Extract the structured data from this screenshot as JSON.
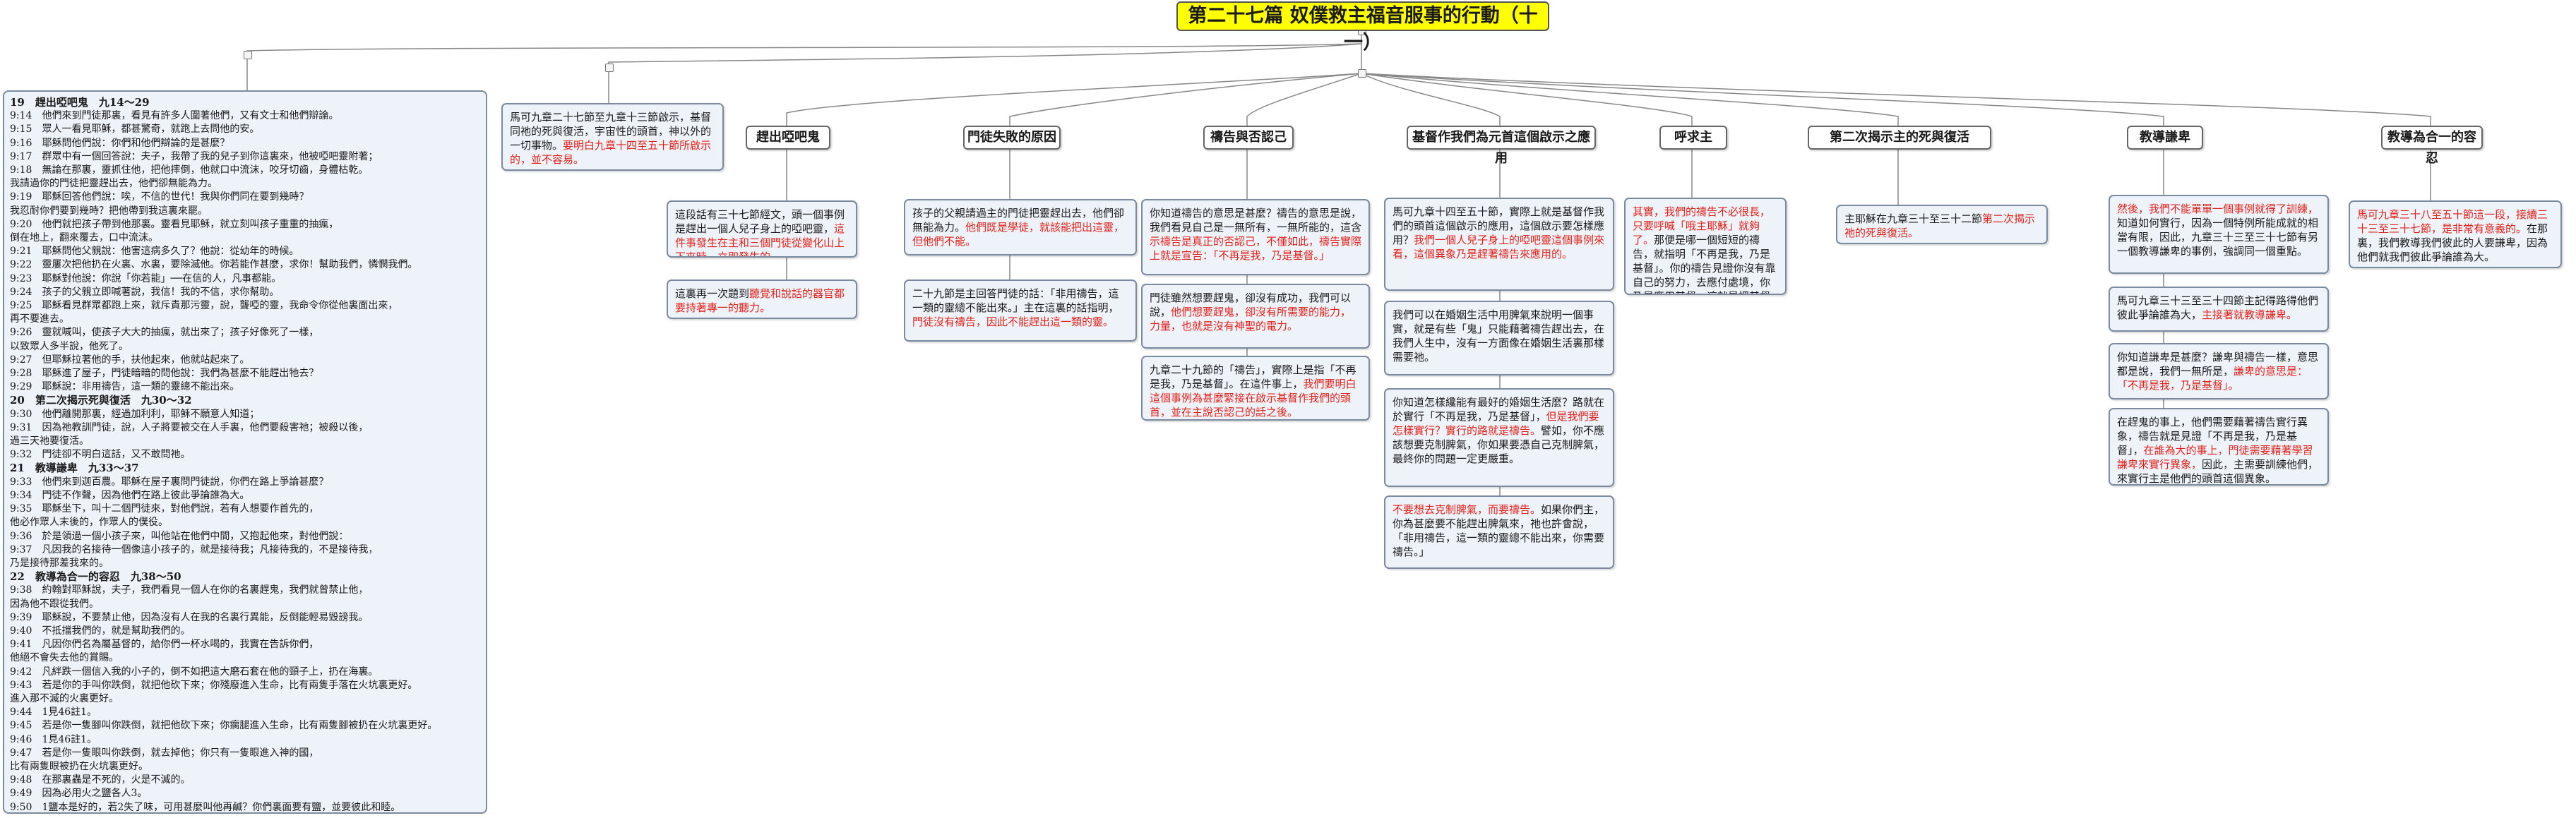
{
  "title": "第二十七篇 奴僕救主福音服事的行動（十一）",
  "left_scripture": {
    "lines": [
      {
        "text": "19　趕出啞吧鬼　九14～29",
        "hd": true
      },
      {
        "text": "9:14　他們來到門徒那裏，看見有許多人圍著他們，又有文士和他們辯論。"
      },
      {
        "text": "9:15　眾人一看見耶穌，都甚驚奇，就跑上去問他的安。"
      },
      {
        "text": "9:16　耶穌問他們說：你們和他們辯論的是甚麼？"
      },
      {
        "text": "9:17　群眾中有一個回答說：夫子，我帶了我的兒子到你這裏來，他被啞吧靈附著；"
      },
      {
        "text": "9:18　無論在那裏，靈抓住他，把他摔倒，他就口中流沫，咬牙切齒，身體枯乾。"
      },
      {
        "text": "我請過你的門徒把靈趕出去，他們卻無能為力。"
      },
      {
        "text": "9:19　耶穌回答他們說：唉，不信的世代！我與你們同在要到幾時？"
      },
      {
        "text": "我忍耐你們要到幾時？把他帶到我這裏來罷。"
      },
      {
        "text": "9:20　他們就把孩子帶到他那裏。靈看見耶穌，就立刻叫孩子重重的抽瘋，"
      },
      {
        "text": "倒在地上，翻來覆去，口中流沫。"
      },
      {
        "text": "9:21　耶穌問他父親說：他害這病多久了？他說：從幼年的時候。"
      },
      {
        "text": "9:22　靈屢次把他扔在火裏、水裏，要除滅他。你若能作甚麼，求你！幫助我們，憐憫我們。"
      },
      {
        "text": "9:23　耶穌對他說：你說「你若能」──在信的人，凡事都能。"
      },
      {
        "text": "9:24　孩子的父親立即喊著說，我信！我的不信，求你幫助。"
      },
      {
        "text": "9:25　耶穌看見群眾都跑上來，就斥責那污靈，說，聾啞的靈，我命令你從他裏面出來，"
      },
      {
        "text": "再不要進去。"
      },
      {
        "text": "9:26　靈就喊叫，使孩子大大的抽瘋，就出來了；孩子好像死了一樣，"
      },
      {
        "text": "以致眾人多半說，他死了。"
      },
      {
        "text": "9:27　但耶穌拉著他的手，扶他起來，他就站起來了。"
      },
      {
        "text": "9:28　耶穌進了屋子，門徒暗暗的問他說：我們為甚麼不能趕出牠去？"
      },
      {
        "text": "9:29　耶穌說：非用禱告，這一類的靈總不能出來。"
      },
      {
        "text": "20　第二次揭示死與復活　九30～32",
        "hd": true
      },
      {
        "text": "9:30　他們離開那裏，經過加利利，耶穌不願意人知道；"
      },
      {
        "text": "9:31　因為祂教訓門徒，說，人子將要被交在人手裏，他們要殺害祂；被殺以後，"
      },
      {
        "text": "過三天祂要復活。"
      },
      {
        "text": "9:32　門徒卻不明白這話，又不敢問祂。"
      },
      {
        "text": "21　教導謙卑　九33～37",
        "hd": true
      },
      {
        "text": "9:33　他們來到迦百農。耶穌在屋子裏問門徒說，你們在路上爭論甚麼？"
      },
      {
        "text": "9:34　門徒不作聲，因為他們在路上彼此爭論誰為大。"
      },
      {
        "text": "9:35　耶穌坐下，叫十二個門徒來，對他們說，若有人想要作首先的，"
      },
      {
        "text": "他必作眾人末後的，作眾人的僕役。"
      },
      {
        "text": "9:36　於是領過一個小孩子來，叫他站在他們中間，又抱起他來，對他們說："
      },
      {
        "text": "9:37　凡因我的名接待一個像這小孩子的，就是接待我；凡接待我的，不是接待我，"
      },
      {
        "text": "乃是接待那差我來的。"
      },
      {
        "text": "22　教導為合一的容忍　九38～50",
        "hd": true
      },
      {
        "text": "9:38　約翰對耶穌說，夫子，我們看見一個人在你的名裏趕鬼，我們就曾禁止他，"
      },
      {
        "text": "因為他不跟從我們。"
      },
      {
        "text": "9:39　耶穌說，不要禁止他，因為沒有人在我的名裏行異能，反倒能輕易毀謗我。"
      },
      {
        "text": "9:40　不抵擋我們的，就是幫助我們的。"
      },
      {
        "text": "9:41　凡因你們名為屬基督的，給你們一杯水喝的，我實在告訴你們，"
      },
      {
        "text": "他絕不會失去他的賞賜。"
      },
      {
        "text": "9:42　凡絆跌一個信入我的小子的，倒不如把這大磨石套在他的頸子上，扔在海裏。"
      },
      {
        "text": "9:43　若是你的手叫你跌倒，就把他砍下來；你殘廢進入生命，比有兩隻手落在火坑裏更好。"
      },
      {
        "text": "進入那不滅的火裏更好。"
      },
      {
        "text": "9:44　1見46註1。"
      },
      {
        "text": "9:45　若是你一隻腳叫你跌倒，就把他砍下來；你瘸腿進入生命，比有兩隻腳被扔在火坑裏更好。"
      },
      {
        "text": "9:46　1見46註1。"
      },
      {
        "text": "9:47　若是你一隻眼叫你跌倒，就去掉他；你只有一隻眼進入神的國，"
      },
      {
        "text": "比有兩隻眼被扔在火坑裏更好。"
      },
      {
        "text": "9:48　在那裏蟲是不死的，火是不滅的。"
      },
      {
        "text": "9:49　因為必用火之鹽各人3。"
      },
      {
        "text": "9:50　1鹽本是好的，若2失了味，可用甚麼叫他再鹹？你們裏面要有鹽，並要彼此和睦。"
      }
    ]
  },
  "intro_note": {
    "text": "馬可九章二十七節至九章十三節啟示，基督同祂的死與復活，宇宙性的頭首，神以外的一切事物。",
    "red": "要明白九章十四至五十節所啟示的，並不容易。"
  },
  "topics": [
    {
      "label": "趕出啞吧鬼"
    },
    {
      "label": "門徒失敗的原因"
    },
    {
      "label": "禱告與否認己"
    },
    {
      "label": "基督作我們為元首這個啟示之應用"
    },
    {
      "label": "呼求主"
    },
    {
      "label": "第二次揭示主的死與復活"
    },
    {
      "label": "教導謙卑"
    },
    {
      "label": "教導為合一的容忍"
    }
  ],
  "notes": {
    "t1a": {
      "text": "這段話有三十七節經文，頭一個事例是趕出一個人兒子身上的啞吧靈，",
      "red": "這件事發生在主和三個門徒從變化山上下來時，立即發生的。"
    },
    "t1b": {
      "text": "這裏再一次題到",
      "red": "聽覺和說話的器官都要持著專一的聽力。"
    },
    "t2a": {
      "text": "孩子的父親請過主的門徒把靈趕出去，他們卻無能為力。",
      "red": "他們既是學徒，就該能把出這靈，但他們不能。"
    },
    "t2b": {
      "text": "二十九節是主回答門徒的話：「非用禱告，這一類的靈總不能出來。」主在這裏的話指明，",
      "red": "門徒沒有禱告，因此不能趕出這一類的靈。"
    },
    "t3a": {
      "text": "你知道禱告的意思是甚麼？禱告的意思是說，我們看見自己是一無所有，一無所能的，這含",
      "red": "示禱告是真正的否認己，不僅如此，禱告實際上就是宣告：「不再是我，乃是基督。」"
    },
    "t3b": {
      "text": "門徒雖然想要趕鬼，卻沒有成功，我們可以說，",
      "red": "他們想要趕鬼，卻沒有所需要的能力，力量，也就是沒有神聖的電力。"
    },
    "t3c": {
      "text": "九章二十九節的「禱告」，實際上是指「不再是我，乃是基督」。在這件事上，",
      "red": "我們要明白這個事例為甚麼緊接在啟示基督作我們的頭首，並在主說否認己的話之後。"
    },
    "t4a": {
      "text": "馬可九章十四至五十節，實際上就是基督作我們的頭首這個啟示的應用，這個啟示要怎樣應用？",
      "red": "我們一個人兒子身上的啞吧靈這個事例來看，這個異象乃是趕著禱告來應用的。"
    },
    "t4b": {
      "text": "我們可以在婚姻生活中用脾氣來說明一個事實，就是有些「鬼」只能藉著禱告趕出去，在我們人生中，沒有一方面像在婚姻生活裏那樣需要祂。"
    },
    "t4c": {
      "text": "你知道怎樣纔能有最好的婚姻生活麼？路就在於實行「不再是我，乃是基督」，",
      "red": "但是我們要怎樣實行？實行的路就是禱告。",
      "text2": "譬如，你不應該想要克制脾氣，你如果要憑自己克制脾氣，最終你的問題一定更嚴重。"
    },
    "t4d": {
      "red": "不要想去克制脾氣，而要禱告。",
      "text": "如果你們主，你為甚麼要不能趕出脾氣來，祂也許會說，「非用禱告，這一類的靈總不能出來，你需要禱告。」"
    },
    "t5a": {
      "red": "其實，我們的禱告不必很長，只要呼喊「哦主耶穌」就夠了。",
      "text": "那便是哪一個短短的禱告，就指明「不再是我，乃是基督」。你的禱告見證你沒有靠自己的努力，去應付處境，你乃是應用基督，這就是把基督同祂的死與復活作我們的頭首這個異象實行出來。"
    },
    "t6a": {
      "text": "主耶穌在九章三十至三十二節",
      "red": "第二次揭示祂的死與復活。"
    },
    "t7a": {
      "red": "然後，我們不能單單一個事例就得了訓練，",
      "text": "知道如何實行，因為一個特例所能成就的相當有限，因此，九章三十三至三十七節有另一個教導謙卑的事例，強調同一個重點。"
    },
    "t7b": {
      "text": "馬可九章三十三至三十四節主記得路得他們彼此爭論誰為大，",
      "red": "主接著就教導謙卑。"
    },
    "t7c": {
      "text": "你知道謙卑是甚麼？謙卑與禱告一樣，意思都是說，我們一無所是，",
      "red": "謙卑的意思是：「不再是我，乃是基督」。"
    },
    "t7d": {
      "text": "在趕鬼的事上，他們需要藉著禱告實行異象，禱告就是見證「不再是我，乃是基督」，",
      "red": "在誰為大的事上，門徒需要藉著學習謙卑來實行異象，",
      "text2": "因此，主需要訓練他們，來實行主是他們的頭首這個異象。"
    },
    "t8a": {
      "red": "馬可九章三十八至五十節這一段，接續三十三至三十七節，是非常有意義的。",
      "text": "在那裏，我們教導我們彼此的人要謙卑，因為他們就我們彼此爭論誰為大。"
    }
  }
}
